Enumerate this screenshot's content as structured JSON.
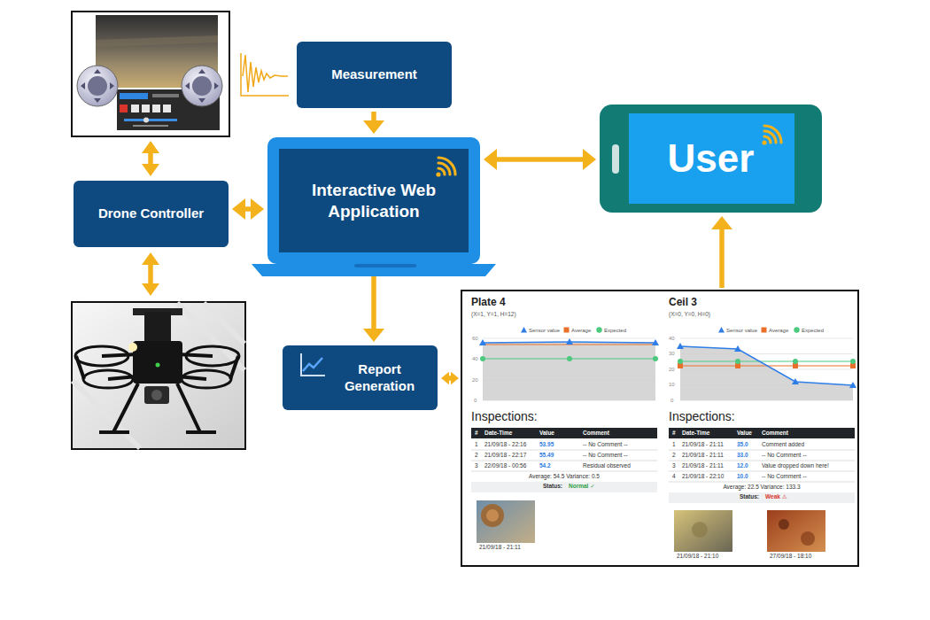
{
  "diagram": {
    "nodes": [
      {
        "text": [
          "Measurement"
        ]
      },
      {
        "text": [
          "Interactive Web Application"
        ]
      },
      {
        "text": [
          "User"
        ]
      },
      {
        "text": [
          "Drone Controller"
        ]
      },
      {
        "text": [
          "Report Generation"
        ]
      },
      {
        "text": [
          "Plate 4",
          "(X=1, Y=1, H=12)",
          "Inspections:"
        ]
      },
      {
        "text": [
          "Ceil 3",
          "(X=0, Y=0, H=0)",
          "Inspections:"
        ]
      }
    ],
    "edges": [
      {
        "from": 0,
        "to": 1,
        "arrow": "to"
      },
      {
        "from": 3,
        "to": 1,
        "arrow": "both"
      },
      {
        "from": 1,
        "to": 2,
        "arrow": "both"
      },
      {
        "from": 1,
        "to": 4,
        "arrow": "to"
      },
      {
        "from": 4,
        "to": 5,
        "arrow": "both"
      },
      {
        "from": 6,
        "to": 2,
        "arrow": "to"
      }
    ],
    "labels": [
      "60",
      "40",
      "20",
      "0",
      "#",
      "Date-Time",
      "Value",
      "Comment",
      "1",
      "21/09/18 - 22:16",
      "53.95",
      "-- No Comment --",
      "2",
      "21/09/18 - 22:17",
      "55.49",
      "-- No Comment --",
      "3",
      "22/09/18 - 00:56",
      "54.2",
      "Residual observed",
      "Average: 54.5 Variance: 0.5",
      "Status:",
      "Normal ✓",
      "21/09/18 - 21:11",
      "40",
      "30",
      "20",
      "10",
      "0",
      "#",
      "Date-Time",
      "Value",
      "Comment",
      "1",
      "21/09/18 - 21:11",
      "35.0",
      "Comment added",
      "2",
      "21/09/18 - 21:11",
      "33.0",
      "-- No Comment --",
      "3",
      "21/09/18 - 21:11",
      "12.0",
      "Value dropped down here!",
      "4",
      "21/09/18 - 22:10",
      "10.0",
      "-- No Comment --",
      "Average: 22.5 Variance: 133.3",
      "Status:",
      "Weak ⚠",
      "21/09/18 - 21:10",
      "27/09/18 - 18:10"
    ],
    "legend": [
      {
        "text": "Sensor value"
      },
      {
        "text": "Average"
      },
      {
        "text": "Expected"
      },
      {
        "text": "Sensor value"
      },
      {
        "text": "Average"
      },
      {
        "text": "Expected"
      }
    ]
  }
}
